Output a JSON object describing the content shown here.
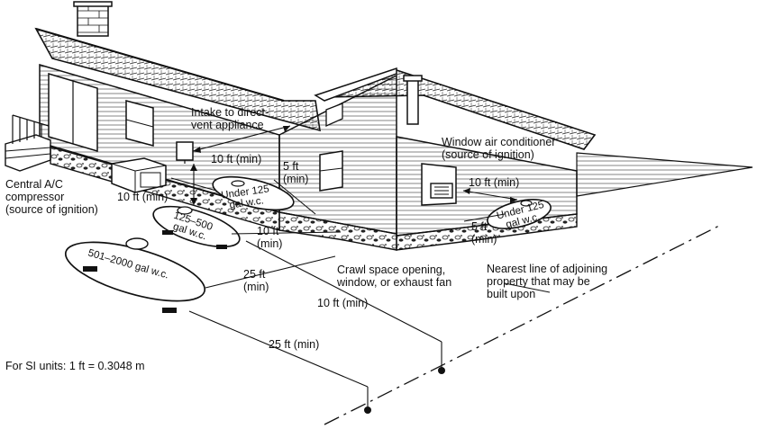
{
  "labels": {
    "intake": "Intake to direct-\nvent appliance",
    "window_ac": "Window air conditioner\n(source of ignition)",
    "central_ac": "Central A/C\ncompressor\n(source of ignition)",
    "crawl_space": "Crawl space opening,\nwindow, or exhaust fan",
    "property_line": "Nearest line of adjoining\nproperty that may be\nbuilt upon",
    "si_units": "For SI units: 1 ft = 0.3048 m"
  },
  "distances": {
    "intake_10": "10 ft (min)",
    "vertical_5": "5 ft\n(min)",
    "ac_10_left": "10 ft (min)",
    "ac_10_right": "10 ft (min)",
    "right_5": "5 ft\n(min)",
    "mid_10": "10 ft\n(min)",
    "big_25": "25 ft\n(min)",
    "line_10": "10 ft (min)",
    "line_25": "25 ft (min)"
  },
  "tanks": {
    "under125_left": "Under 125\ngal w.c.",
    "under125_right": "Under 125\ngal w.c.",
    "t125_500": "125–500\ngal w.c.",
    "t501_2000": "501–2000 gal w.c."
  }
}
